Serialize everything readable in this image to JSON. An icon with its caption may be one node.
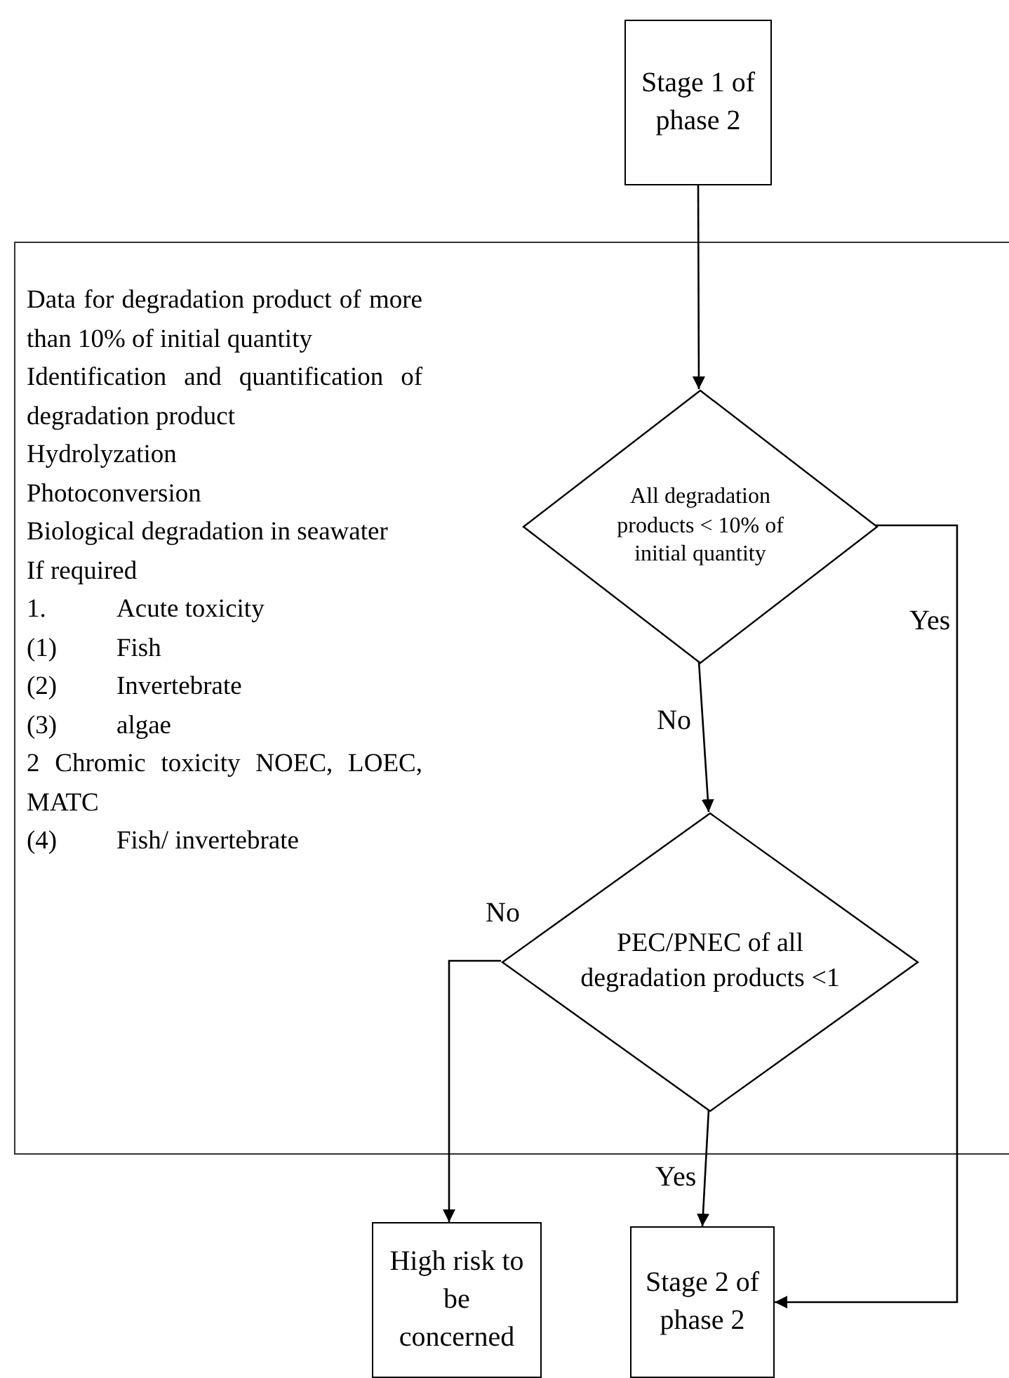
{
  "diagram": {
    "nodes": [
      {
        "text": [
          "Stage 1 of phase 2"
        ]
      },
      {
        "text": [
          "Data for degradation product of more than 10% of initial quantity",
          "Identification and quantification of degradation product",
          "Hydrolyzation",
          "Photoconversion",
          "Biological degradation in seawater",
          "If required",
          "1. Acute toxicity",
          "(1) Fish",
          "(2) Invertebrate",
          "(3) algae",
          "2 Chromic toxicity NOEC, LOEC, MATC",
          "(4) Fish/ invertebrate"
        ]
      },
      {
        "text": [
          "All degradation products < 10% of initial quantity"
        ],
        "in": 1
      },
      {
        "text": [
          "PEC/PNEC of all degradation products <1"
        ],
        "in": 1
      },
      {
        "text": [
          "High risk to be concerned"
        ]
      },
      {
        "text": [
          "Stage 2 of phase 2"
        ]
      }
    ],
    "edges": [
      {
        "from": 0,
        "to": 2,
        "arrow": "to"
      },
      {
        "from": 2,
        "to": 3,
        "arrow": "to",
        "label": "No"
      },
      {
        "from": 2,
        "to": 5,
        "arrow": "to",
        "label": "Yes"
      },
      {
        "from": 3,
        "to": 4,
        "arrow": "to",
        "label": "No"
      },
      {
        "from": 3,
        "to": 5,
        "arrow": "to",
        "label": "Yes"
      }
    ]
  }
}
